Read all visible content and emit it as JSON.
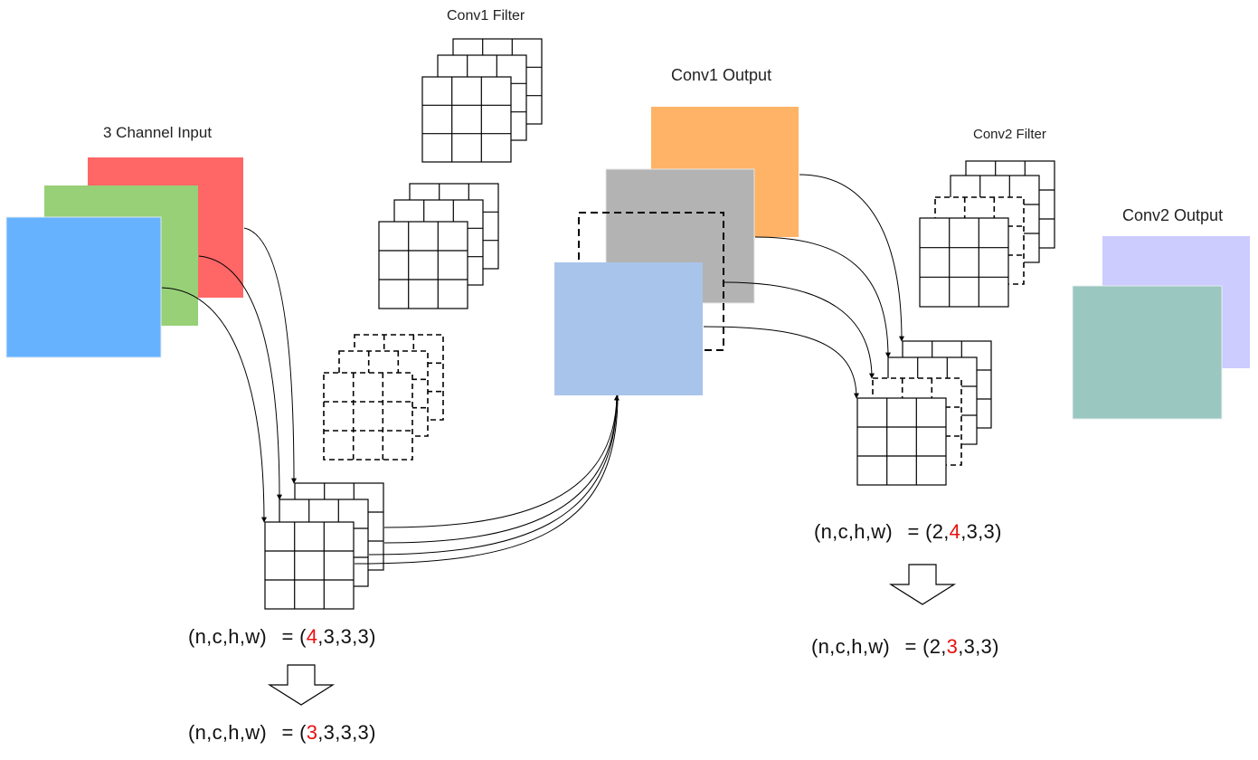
{
  "labels": {
    "input": "3 Channel Input",
    "conv1_filter": "Conv1 Filter",
    "conv1_output": "Conv1 Output",
    "conv2_filter": "Conv2 Filter",
    "conv2_output": "Conv2 Output"
  },
  "formulas": {
    "conv1_before": {
      "lhs": "(n,c,h,w)",
      "eq": "=",
      "open": "(",
      "highlight": "4",
      "rest": ",3,3,3)"
    },
    "conv1_after": {
      "lhs": "(n,c,h,w)",
      "eq": "=",
      "open": "(",
      "highlight": "3",
      "rest": ",3,3,3)"
    },
    "conv2_before": {
      "lhs": "(n,c,h,w)",
      "eq": "=",
      "open": "(2,",
      "highlight": "4",
      "rest": ",3,3)"
    },
    "conv2_after": {
      "lhs": "(n,c,h,w)",
      "eq": "=",
      "open": "(2,",
      "highlight": "3",
      "rest": ",3,3)"
    }
  },
  "colors": {
    "input_red": "#ff6666",
    "input_green": "#97d077",
    "input_blue": "#66b2ff",
    "conv1_orange": "#ffb366",
    "conv1_gray": "#b3b3b3",
    "conv1_blue": "#a9c4eb",
    "conv2_lavender": "#ccccff",
    "conv2_teal": "#9ac7bf",
    "highlight": "#e8100f"
  }
}
